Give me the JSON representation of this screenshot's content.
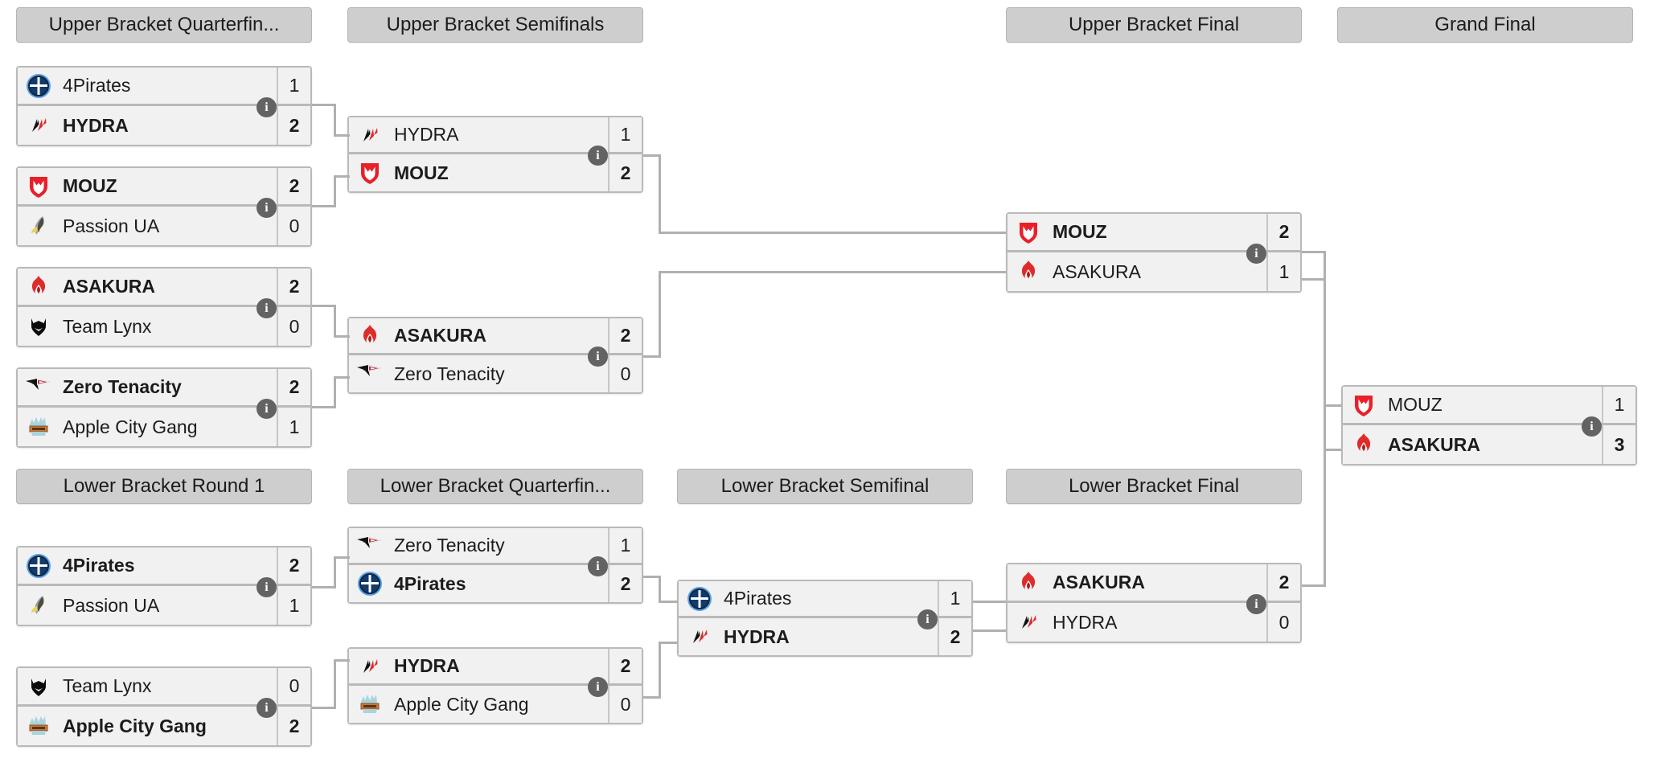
{
  "meta": {
    "view": "double-elimination-bracket",
    "colors": {
      "background": "#ffffff",
      "header_fill": "#cecece",
      "box_fill": "#f1f1f1",
      "box_border": "#b9b9b9",
      "connector": "#b0b0b0",
      "info_badge": "#636363",
      "text": "#1c1c1c"
    }
  },
  "rounds": [
    {
      "id": "ubqf",
      "label": "Upper Bracket Quarterfin...",
      "full_label": "Upper Bracket Quarterfinals"
    },
    {
      "id": "ubsf",
      "label": "Upper Bracket Semifinals"
    },
    {
      "id": "ubf",
      "label": "Upper Bracket Final"
    },
    {
      "id": "gf",
      "label": "Grand Final"
    },
    {
      "id": "lbr1",
      "label": "Lower Bracket Round 1"
    },
    {
      "id": "lbqf",
      "label": "Lower Bracket Quarterfin...",
      "full_label": "Lower Bracket Quarterfinals"
    },
    {
      "id": "lbsf",
      "label": "Lower Bracket Semifinal"
    },
    {
      "id": "lbf",
      "label": "Lower Bracket Final"
    }
  ],
  "info_badge_label": "i",
  "matches": {
    "ubqf1": {
      "round": "ubqf",
      "top": {
        "team": "4Pirates",
        "logo": "4pirates-logo",
        "score": "1",
        "winner": false
      },
      "bottom": {
        "team": "HYDRA",
        "logo": "hydra-logo",
        "score": "2",
        "winner": true
      }
    },
    "ubqf2": {
      "round": "ubqf",
      "top": {
        "team": "MOUZ",
        "logo": "mouz-logo",
        "score": "2",
        "winner": true
      },
      "bottom": {
        "team": "Passion UA",
        "logo": "passionua-logo",
        "score": "0",
        "winner": false
      }
    },
    "ubqf3": {
      "round": "ubqf",
      "top": {
        "team": "ASAKURA",
        "logo": "asakura-logo",
        "score": "2",
        "winner": true
      },
      "bottom": {
        "team": "Team Lynx",
        "logo": "teamlynx-logo",
        "score": "0",
        "winner": false
      }
    },
    "ubqf4": {
      "round": "ubqf",
      "top": {
        "team": "Zero Tenacity",
        "logo": "zerotenacity-logo",
        "score": "2",
        "winner": true
      },
      "bottom": {
        "team": "Apple City Gang",
        "logo": "applecitygang-logo",
        "score": "1",
        "winner": false
      }
    },
    "ubsf1": {
      "round": "ubsf",
      "top": {
        "team": "HYDRA",
        "logo": "hydra-logo",
        "score": "1",
        "winner": false
      },
      "bottom": {
        "team": "MOUZ",
        "logo": "mouz-logo",
        "score": "2",
        "winner": true
      }
    },
    "ubsf2": {
      "round": "ubsf",
      "top": {
        "team": "ASAKURA",
        "logo": "asakura-logo",
        "score": "2",
        "winner": true
      },
      "bottom": {
        "team": "Zero Tenacity",
        "logo": "zerotenacity-logo",
        "score": "0",
        "winner": false
      }
    },
    "ubf1": {
      "round": "ubf",
      "top": {
        "team": "MOUZ",
        "logo": "mouz-logo",
        "score": "2",
        "winner": true
      },
      "bottom": {
        "team": "ASAKURA",
        "logo": "asakura-logo",
        "score": "1",
        "winner": false
      }
    },
    "gf1": {
      "round": "gf",
      "top": {
        "team": "MOUZ",
        "logo": "mouz-logo",
        "score": "1",
        "winner": false
      },
      "bottom": {
        "team": "ASAKURA",
        "logo": "asakura-logo",
        "score": "3",
        "winner": true
      }
    },
    "lbr1a": {
      "round": "lbr1",
      "top": {
        "team": "4Pirates",
        "logo": "4pirates-logo",
        "score": "2",
        "winner": true
      },
      "bottom": {
        "team": "Passion UA",
        "logo": "passionua-logo",
        "score": "1",
        "winner": false
      }
    },
    "lbr1b": {
      "round": "lbr1",
      "top": {
        "team": "Team Lynx",
        "logo": "teamlynx-logo",
        "score": "0",
        "winner": false
      },
      "bottom": {
        "team": "Apple City Gang",
        "logo": "applecitygang-logo",
        "score": "2",
        "winner": true
      }
    },
    "lbqf1": {
      "round": "lbqf",
      "top": {
        "team": "Zero Tenacity",
        "logo": "zerotenacity-logo",
        "score": "1",
        "winner": false
      },
      "bottom": {
        "team": "4Pirates",
        "logo": "4pirates-logo",
        "score": "2",
        "winner": true
      }
    },
    "lbqf2": {
      "round": "lbqf",
      "top": {
        "team": "HYDRA",
        "logo": "hydra-logo",
        "score": "2",
        "winner": true
      },
      "bottom": {
        "team": "Apple City Gang",
        "logo": "applecitygang-logo",
        "score": "0",
        "winner": false
      }
    },
    "lbsf1": {
      "round": "lbsf",
      "top": {
        "team": "4Pirates",
        "logo": "4pirates-logo",
        "score": "1",
        "winner": false
      },
      "bottom": {
        "team": "HYDRA",
        "logo": "hydra-logo",
        "score": "2",
        "winner": true
      }
    },
    "lbf1": {
      "round": "lbf",
      "top": {
        "team": "ASAKURA",
        "logo": "asakura-logo",
        "score": "2",
        "winner": true
      },
      "bottom": {
        "team": "HYDRA",
        "logo": "hydra-logo",
        "score": "0",
        "winner": false
      }
    }
  }
}
